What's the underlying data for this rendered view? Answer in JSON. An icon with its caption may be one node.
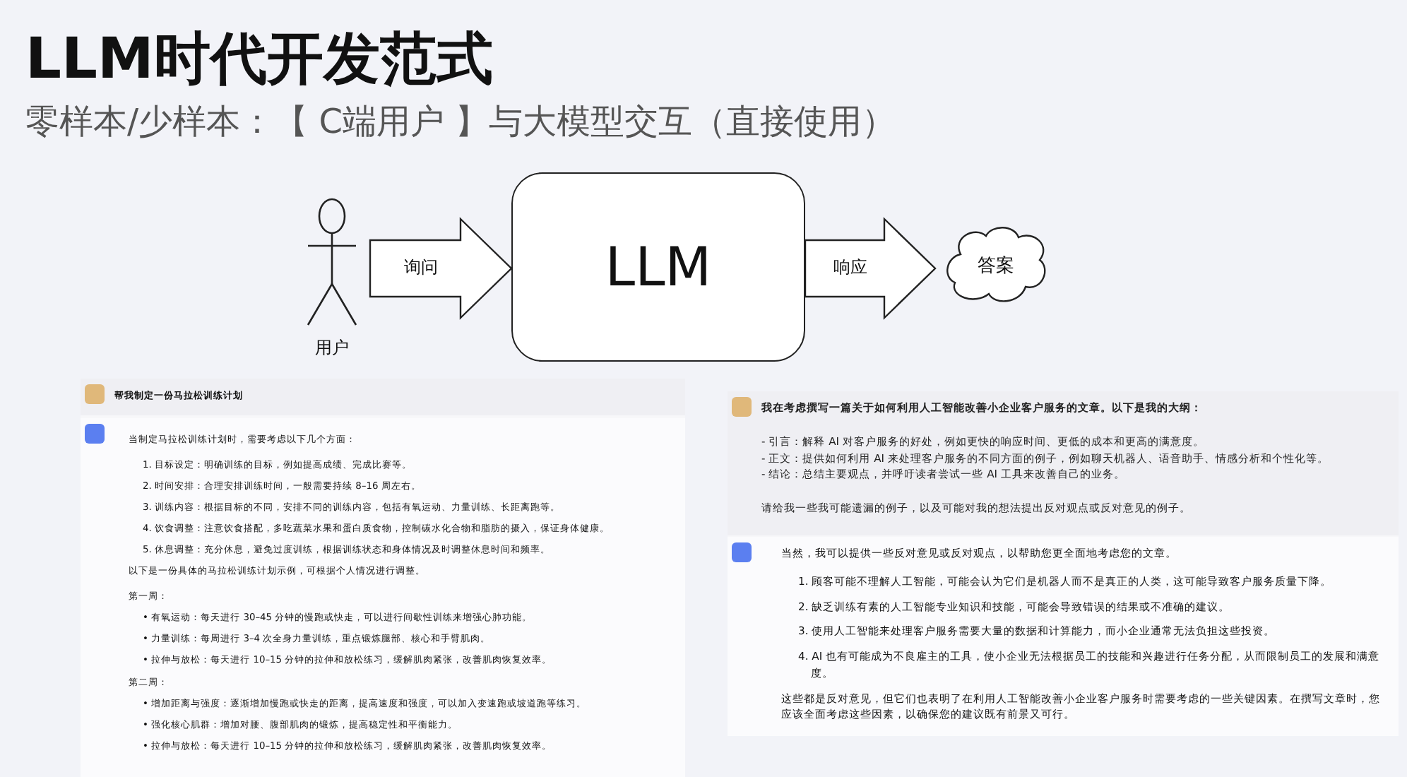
{
  "diagram": {
    "title": "LLM时代开发范式",
    "nodes": [
      {
        "text": [],
        "shape": "person",
        "beside": [
          "用户"
        ]
      },
      {
        "text": [
          "LLM"
        ]
      },
      {
        "text": [
          "答案"
        ]
      },
      {
        "text": [],
        "shape": "box"
      },
      {
        "text": [
          "帮我制定一份马拉松训练计划"
        ],
        "in": 3
      },
      {
        "text": [
          "当制定马拉松训练计划时，需要考虑以下几个方面：",
          "1. 目标设定：明确训练的目标，例如提高成绩、完成比赛等。",
          "2. 时间安排：合理安排训练时间，一般需要持续 8–16 周左右。",
          "3. 训练内容：根据目标的不同，安排不同的训练内容，包括有氧运动、力量训练、长距离跑等。",
          "4. 饮食调整：注意饮食搭配，多吃蔬菜水果和蛋白质食物，控制碳水化合物和脂肪的摄入，保证身体健康。",
          "5. 休息调整：充分休息，避免过度训练，根据训练状态和身体情况及时调整休息时间和频率。",
          "以下是一份具体的马拉松训练计划示例，可根据个人情况进行调整。",
          "第一周：",
          "• 有氧运动：每天进行 30–45 分钟的慢跑或快走，可以进行间歇性训练来增强心肺功能。",
          "• 力量训练：每周进行 3–4 次全身力量训练，重点锻炼腿部、核心和手臂肌肉。",
          "• 拉伸与放松：每天进行 10–15 分钟的拉伸和放松练习，缓解肌肉紧张，改善肌肉恢复效率。",
          "第二周：",
          "• 增加距离与强度：逐渐增加慢跑或快走的距离，提高速度和强度，可以加入变速跑或坡道跑等练习。",
          "• 强化核心肌群：增加对腰、腹部肌肉的锻炼，提高稳定性和平衡能力。",
          "• 拉伸与放松：每天进行 10–15 分钟的拉伸和放松练习，缓解肌肉紧张，改善肌肉恢复效率。"
        ],
        "in": 3
      },
      {
        "text": [],
        "shape": "box"
      },
      {
        "text": [
          "我在考虑撰写一篇关于如何利用人工智能改善小企业客户服务的文章。以下是我的大纲：",
          "- 引言：解释 AI 对客户服务的好处，例如更快的响应时间、更低的成本和更高的满意度。",
          "- 正文：提供如何利用 AI 来处理客户服务的不同方面的例子，例如聊天机器人、语音助手、情感分析和个性化等。",
          "- 结论：总结主要观点，并呼吁读者尝试一些 AI 工具来改善自己的业务。",
          "请给我一些我可能遗漏的例子，以及可能对我的想法提出反对观点或反对意见的例子。"
        ],
        "in": 6
      },
      {
        "text": [
          "当然，我可以提供一些反对意见或反对观点，以帮助您更全面地考虑您的文章。",
          "1. 顾客可能不理解人工智能，可能会认为它们是机器人而不是真正的人类，这可能导致客户服务质量下降。",
          "2. 缺乏训练有素的人工智能专业知识和技能，可能会导致错误的结果或不准确的建议。",
          "3. 使用人工智能来处理客户服务需要大量的数据和计算能力，而小企业通常无法负担这些投资。",
          "4. AI 也有可能成为不良雇主的工具，使小企业无法根据员工的技能和兴趣进行任务分配，从而限制员工的发展和满意度。",
          "这些都是反对意见，但它们也表明了在利用人工智能改善小企业客户服务时需要考虑的一些关键因素。在撰写文章时，您应该全面考虑这些因素，以确保您的建议既有前景又可行。"
        ],
        "in": 6
      }
    ],
    "edges": [
      {
        "from": 0,
        "to": 1,
        "arrow": "to",
        "label": "询问"
      },
      {
        "from": 1,
        "to": 2,
        "arrow": "to",
        "label": "响应"
      }
    ],
    "labels": [
      "零样本/少样本：【 C端用户 】与大模型交互（直接使用）"
    ]
  }
}
